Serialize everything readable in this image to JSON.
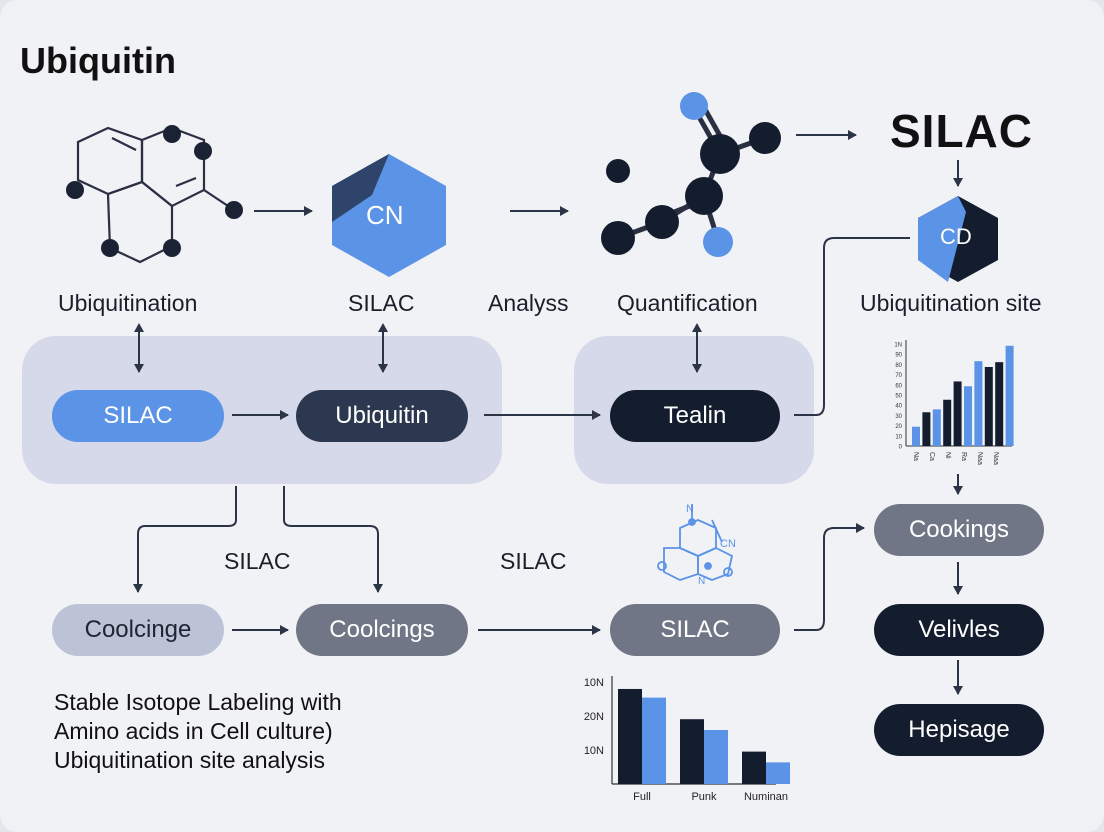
{
  "title": "Ubiquitin",
  "silac_heading": "SILAC",
  "hexagons": {
    "cn": "CN",
    "cd": "CD"
  },
  "labels": {
    "ubiquitination": "Ubiquitination",
    "silac": "SILAC",
    "analysis": "Analyss",
    "quantification": "Quantification",
    "ubiquitination_site": "Ubiquitination site",
    "silac_left": "SILAC",
    "silac_mid": "SILAC"
  },
  "nodes": {
    "silac": "SILAC",
    "ubiquitin": "Ubiquitin",
    "tealin": "Tealin",
    "coolcinge": "Coolcinge",
    "coolcings": "Coolcings",
    "silac_bottom": "SILAC",
    "cookings": "Cookings",
    "velivles": "Velivles",
    "hepisage": "Hepisage"
  },
  "molecule_small_labels": {
    "n1": "N",
    "cn": "CN",
    "n2": "N"
  },
  "description": [
    "Stable Isotope Labeling with",
    "Amino acids in Cell culture)",
    "Ubiquitination site analysis"
  ],
  "colors": {
    "blue": "#5b93e6",
    "navy": "#2c3850",
    "dark": "#141d2e",
    "gray": "#707685",
    "light": "#bcc3d6"
  },
  "chart_data": [
    {
      "type": "bar",
      "y_tick_labels": [
        "1N",
        "90",
        "80",
        "70",
        "60",
        "50",
        "40",
        "30",
        "20",
        "10",
        "0"
      ],
      "categories": [
        "Na",
        "Ca",
        "Ni",
        "Ra",
        "Naa",
        "Naa"
      ],
      "series": [
        {
          "values": [
            20,
            38,
            67,
            88
          ]
        },
        {
          "values": [
            38,
            48,
            62,
            87
          ]
        }
      ],
      "bar_values": [
        20,
        35,
        38,
        48,
        67,
        62,
        88,
        82,
        87,
        104
      ],
      "bar_colors": [
        "blue",
        "dark",
        "blue",
        "dark",
        "dark",
        "blue",
        "blue",
        "dark",
        "dark",
        "blue"
      ],
      "ylim": [
        0,
        110
      ],
      "grid": false
    },
    {
      "type": "bar",
      "y_tick_labels": [
        "10N",
        "20N",
        "10N"
      ],
      "categories": [
        "Full",
        "Punk",
        "Numinan"
      ],
      "series": [
        {
          "values": [
            88,
            60,
            30
          ]
        },
        {
          "values": [
            80,
            50,
            20
          ]
        }
      ],
      "ylim": [
        0,
        100
      ],
      "grid": false
    }
  ]
}
